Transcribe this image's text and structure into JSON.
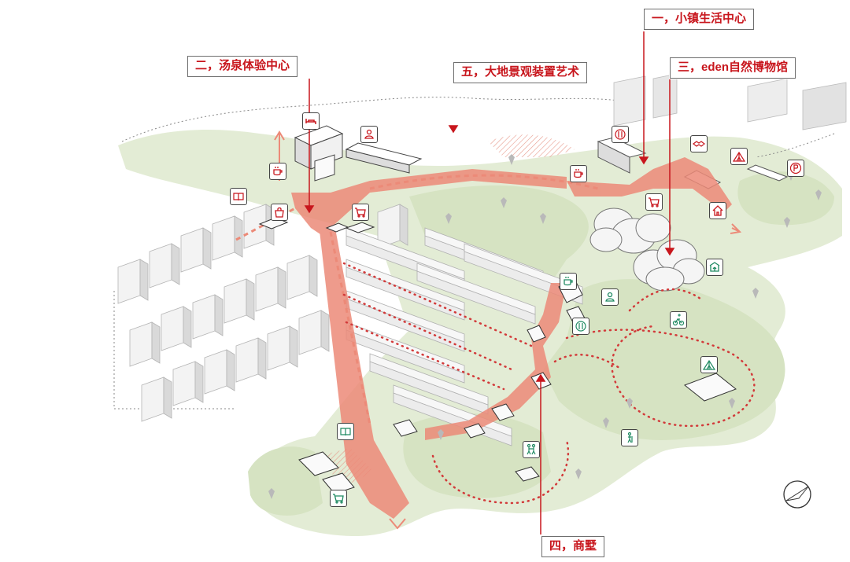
{
  "callouts": {
    "town_center": "一，小镇生活中心",
    "hot_spring": "二，汤泉体验中心",
    "museum": "三，eden自然博物馆",
    "villa": "四，商墅",
    "land_art": "五，大地景观装置艺术"
  },
  "colors": {
    "accent_red": "#c8161d",
    "path_salmon": "#ec8a78",
    "green_area": "#dfe9cf",
    "building_grey": "#e6e6e6",
    "icon_green": "#1f8a62"
  },
  "icons": [
    "bed-icon",
    "meeting-icon",
    "coffee-icon",
    "book-icon",
    "shopping-bag-icon",
    "shopping-cart-icon",
    "dining-icon",
    "handshake-icon",
    "tent-icon",
    "parking-icon",
    "coffee-icon",
    "shopping-cart-icon",
    "home-icon",
    "museum-icon",
    "coffee-icon",
    "meeting-icon",
    "dining-icon",
    "cycling-icon",
    "tent-icon",
    "hiking-icon",
    "playground-icon",
    "book-icon",
    "shopping-cart-icon",
    "north-arrow-icon"
  ]
}
